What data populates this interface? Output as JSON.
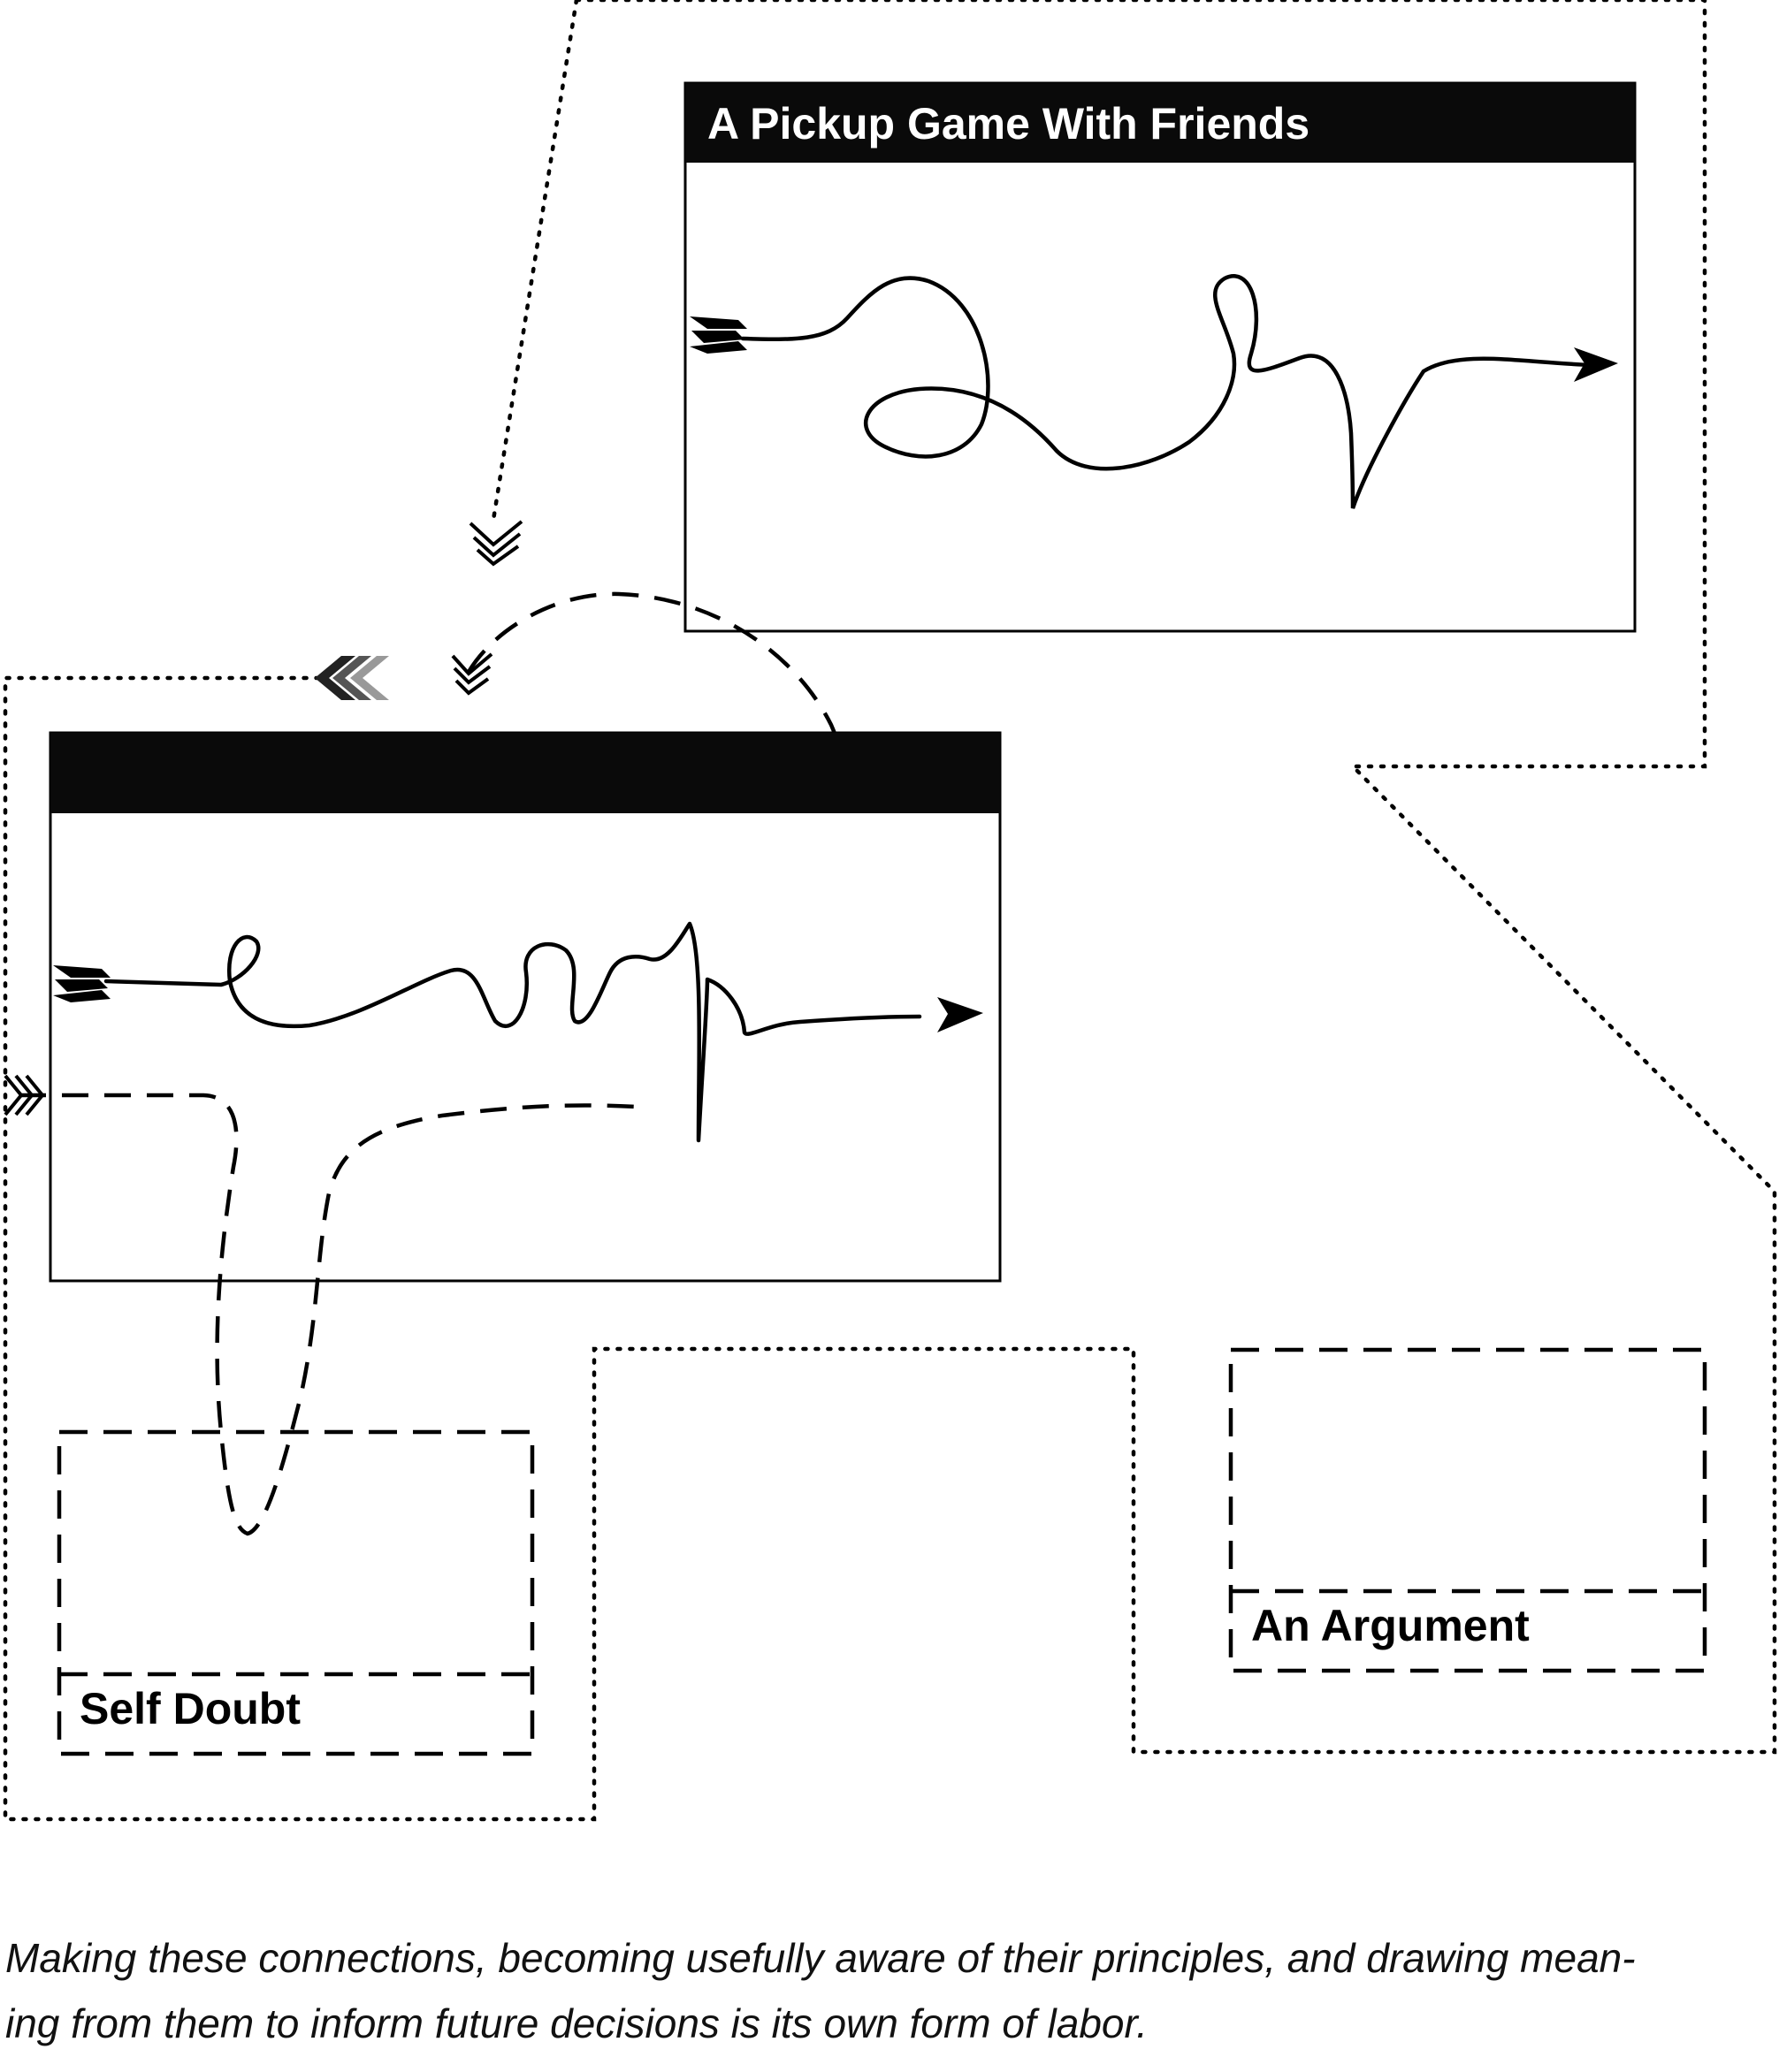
{
  "box_top": {
    "title": "A Pickup Game With Friends"
  },
  "box_left": {
    "title": ""
  },
  "label_self_doubt": "Self Doubt",
  "label_argument": "An Argument",
  "caption": {
    "line1": "Making these connections, becoming usefully aware of their principles, and drawing mean-",
    "line2": "ing from them to inform future decisions is its own form of labor."
  },
  "colors": {
    "ink": "#000000",
    "bar": "#0a0a0a",
    "background": "#ffffff"
  },
  "icons": [
    "arrow-fletching-icon",
    "arrowhead-icon",
    "chevron-down-icon",
    "chevron-left-icon",
    "chevron-right-icon"
  ]
}
